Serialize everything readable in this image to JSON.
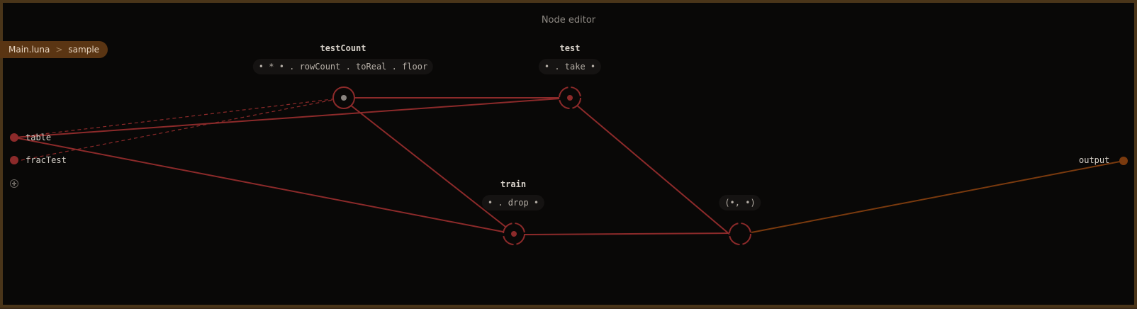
{
  "window": {
    "title": "Node editor"
  },
  "breadcrumb": {
    "items": [
      "Main.luna",
      "sample"
    ],
    "separator": ">"
  },
  "colors": {
    "background": "#090807",
    "frame": "#4a3519",
    "edge": "#8c2a2a",
    "output_edge": "#7a3a0e",
    "breadcrumb_bg": "#5a3513"
  },
  "inputs": {
    "ports": [
      "table",
      "fracTest"
    ]
  },
  "output": {
    "label": "output"
  },
  "nodes": {
    "testCount": {
      "name": "testCount",
      "expr": "• * • . rowCount . toReal . floor"
    },
    "test": {
      "name": "test",
      "expr": "• . take •"
    },
    "train": {
      "name": "train",
      "expr": "• . drop •"
    },
    "tuple": {
      "name": "",
      "expr": "(•, •)"
    }
  }
}
